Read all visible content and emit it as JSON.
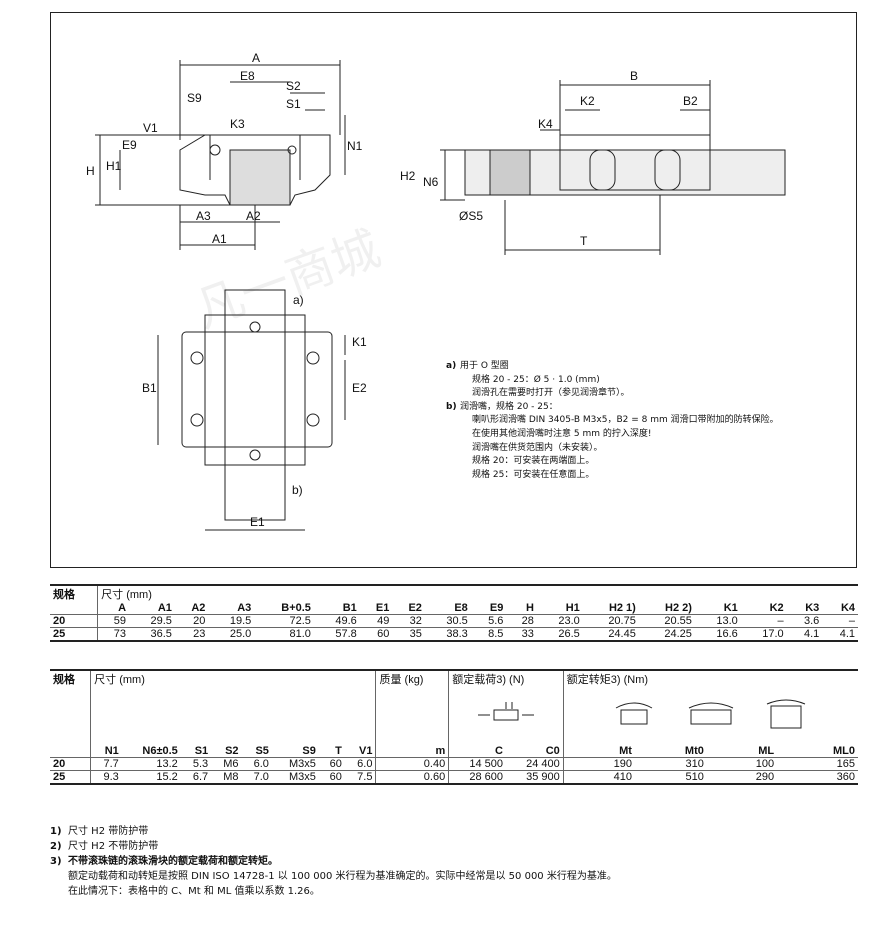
{
  "drawing": {
    "labels_top": [
      "A",
      "E8",
      "S2",
      "S1",
      "S9",
      "V1",
      "K3",
      "E9",
      "H",
      "H1",
      "N1",
      "A3",
      "A2",
      "A1"
    ],
    "labels_right": [
      "B",
      "K2",
      "B2",
      "K4",
      "H2",
      "N6",
      "ØS5",
      "T"
    ],
    "labels_bottom": [
      "a)",
      "K1",
      "B1",
      "E2",
      "b)",
      "E1"
    ]
  },
  "notes": {
    "a_key": "a)",
    "a1": "用于 O 型圈",
    "a2": "规格 20 - 25：Ø 5 · 1.0 (mm)",
    "a3": "润滑孔在需要时打开（参见润滑章节）。",
    "b_key": "b)",
    "b1": "润滑嘴，规格 20 - 25：",
    "b2": "喇叭形润滑嘴 DIN 3405-B M3x5，B2 = 8 mm 润滑口带附加的防转保险。",
    "b3": "在使用其他润滑嘴时注意 5 mm 的拧入深度!",
    "b4": "润滑嘴在供货范围内（未安装）。",
    "b5": "规格 20：可安装在两端面上。",
    "b6": "规格 25：可安装在任意面上。"
  },
  "table1": {
    "col0": "规格",
    "group": "尺寸 (mm)",
    "headers": [
      "A",
      "A1",
      "A2",
      "A3",
      "B+0.5",
      "B1",
      "E1",
      "E2",
      "E8",
      "E9",
      "H",
      "H1",
      "H2 1)",
      "H2 2)",
      "K1",
      "K2",
      "K3",
      "K4"
    ],
    "rows": [
      [
        "20",
        "59",
        "29.5",
        "20",
        "19.5",
        "72.5",
        "49.6",
        "49",
        "32",
        "30.5",
        "5.6",
        "28",
        "23.0",
        "20.75",
        "20.55",
        "13.0",
        "–",
        "3.6",
        "–"
      ],
      [
        "25",
        "73",
        "36.5",
        "23",
        "25.0",
        "81.0",
        "57.8",
        "60",
        "35",
        "38.3",
        "8.5",
        "33",
        "26.5",
        "24.45",
        "24.25",
        "16.6",
        "17.0",
        "4.1",
        "4.1"
      ]
    ]
  },
  "table2": {
    "col0": "规格",
    "group_dim": "尺寸 (mm)",
    "group_mass": "质量 (kg)",
    "group_load": "额定载荷3) (N)",
    "group_torque": "额定转矩3) (Nm)",
    "headers": [
      "N1",
      "N6±0.5",
      "S1",
      "S2",
      "S5",
      "S9",
      "T",
      "V1",
      "m",
      "C",
      "C0",
      "Mt",
      "Mt0",
      "ML",
      "ML0"
    ],
    "rows": [
      [
        "20",
        "7.7",
        "13.2",
        "5.3",
        "M6",
        "6.0",
        "M3x5",
        "60",
        "6.0",
        "0.40",
        "14 500",
        "24 400",
        "190",
        "310",
        "100",
        "165"
      ],
      [
        "25",
        "9.3",
        "15.2",
        "6.7",
        "M8",
        "7.0",
        "M3x5",
        "60",
        "7.5",
        "0.60",
        "28 600",
        "35 900",
        "410",
        "510",
        "290",
        "360"
      ]
    ]
  },
  "footnotes": {
    "f1n": "1)",
    "f1": "尺寸 H2 带防护带",
    "f2n": "2)",
    "f2": "尺寸 H2 不带防护带",
    "f3n": "3)",
    "f3": "不带滚珠链的滚珠滑块的额定载荷和额定转矩。",
    "f3b": "额定动载荷和动转矩是按照 DIN ISO 14728-1 以 100 000 米行程为基准确定的。实际中经常是以 50 000 米行程为基准。",
    "f3c": "在此情况下：表格中的 C、Mt 和 ML 值乘以系数 1.26。"
  },
  "watermark": "凡一商城"
}
